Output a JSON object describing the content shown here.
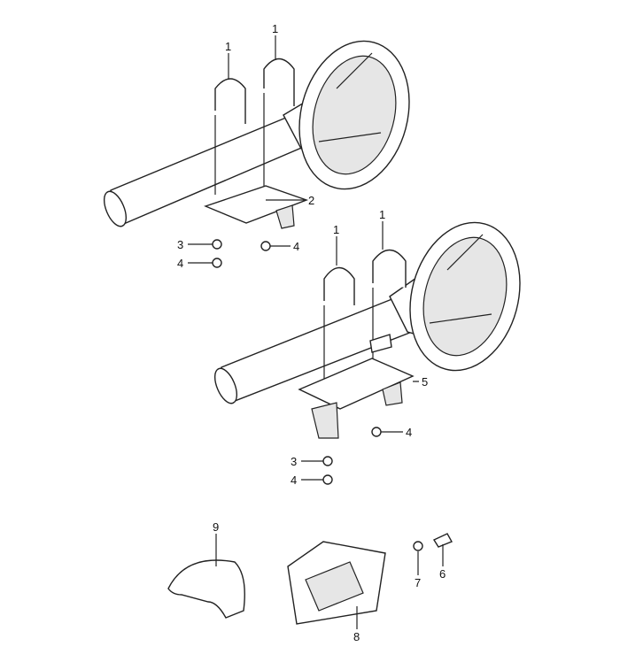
{
  "diagram": {
    "callouts": [
      {
        "id": "c1a",
        "text": "1"
      },
      {
        "id": "c1b",
        "text": "1"
      },
      {
        "id": "c2",
        "text": "2"
      },
      {
        "id": "c3a",
        "text": "3"
      },
      {
        "id": "c4a",
        "text": "4"
      },
      {
        "id": "c4b",
        "text": "4"
      },
      {
        "id": "c1c",
        "text": "1"
      },
      {
        "id": "c1d",
        "text": "1"
      },
      {
        "id": "c5",
        "text": "5"
      },
      {
        "id": "c4c",
        "text": "4"
      },
      {
        "id": "c3b",
        "text": "3"
      },
      {
        "id": "c4d",
        "text": "4"
      },
      {
        "id": "c9",
        "text": "9"
      },
      {
        "id": "c8",
        "text": "8"
      },
      {
        "id": "c7",
        "text": "7"
      },
      {
        "id": "c6",
        "text": "6"
      }
    ]
  }
}
